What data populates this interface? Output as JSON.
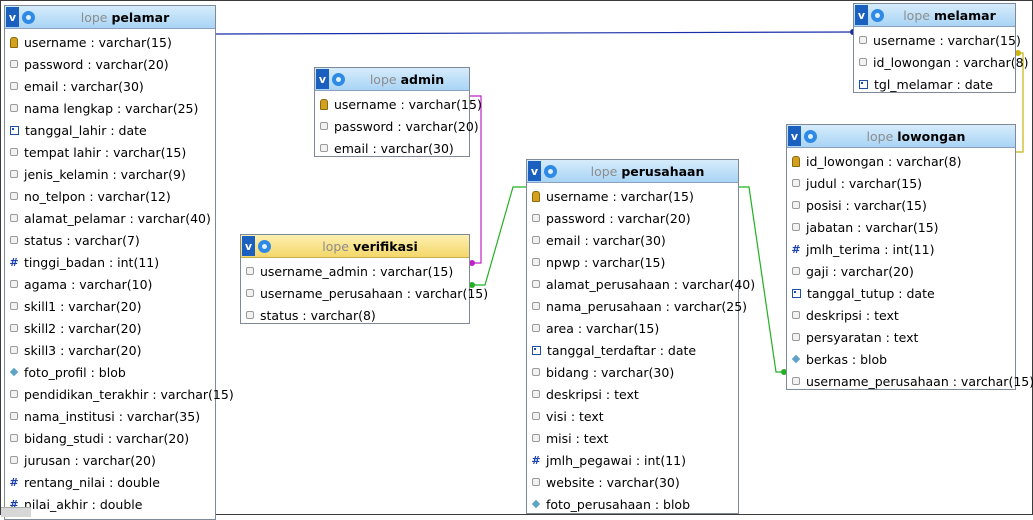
{
  "schema": "lope",
  "colors": {
    "header_blue": "#a9d4f5",
    "header_yellow": "#f4d76a",
    "link_navy": "#1a2ea8",
    "link_magenta": "#c020c8",
    "link_green": "#22b022",
    "link_olive": "#c9b412"
  },
  "tables": [
    {
      "id": "pelamar",
      "db": "lope",
      "name": "pelamar",
      "highlight": false,
      "columns": [
        {
          "text": "username : varchar(15)",
          "icon": "key-icon"
        },
        {
          "text": "password : varchar(20)",
          "icon": "text-icon"
        },
        {
          "text": "email : varchar(30)",
          "icon": "text-icon"
        },
        {
          "text": "nama lengkap : varchar(25)",
          "icon": "text-icon"
        },
        {
          "text": "tanggal_lahir : date",
          "icon": "date-icon"
        },
        {
          "text": "tempat lahir : varchar(15)",
          "icon": "text-icon"
        },
        {
          "text": "jenis_kelamin : varchar(9)",
          "icon": "text-icon"
        },
        {
          "text": "no_telpon : varchar(12)",
          "icon": "text-icon"
        },
        {
          "text": "alamat_pelamar : varchar(40)",
          "icon": "text-icon"
        },
        {
          "text": "status : varchar(7)",
          "icon": "text-icon"
        },
        {
          "text": "tinggi_badan : int(11)",
          "icon": "number-icon"
        },
        {
          "text": "agama : varchar(10)",
          "icon": "text-icon"
        },
        {
          "text": "skill1 : varchar(20)",
          "icon": "text-icon"
        },
        {
          "text": "skill2 : varchar(20)",
          "icon": "text-icon"
        },
        {
          "text": "skill3 : varchar(20)",
          "icon": "text-icon"
        },
        {
          "text": "foto_profil : blob",
          "icon": "blob-icon"
        },
        {
          "text": "pendidikan_terakhir : varchar(15)",
          "icon": "text-icon"
        },
        {
          "text": "nama_institusi : varchar(35)",
          "icon": "text-icon"
        },
        {
          "text": "bidang_studi : varchar(20)",
          "icon": "text-icon"
        },
        {
          "text": "jurusan : varchar(20)",
          "icon": "text-icon"
        },
        {
          "text": "rentang_nilai : double",
          "icon": "number-icon"
        },
        {
          "text": "nilai_akhir : double",
          "icon": "number-icon"
        }
      ]
    },
    {
      "id": "admin",
      "db": "lope",
      "name": "admin",
      "highlight": false,
      "columns": [
        {
          "text": "username : varchar(15)",
          "icon": "key-icon"
        },
        {
          "text": "password : varchar(20)",
          "icon": "text-icon"
        },
        {
          "text": "email : varchar(30)",
          "icon": "text-icon"
        }
      ]
    },
    {
      "id": "verifikasi",
      "db": "lope",
      "name": "verifikasi",
      "highlight": true,
      "columns": [
        {
          "text": "username_admin : varchar(15)",
          "icon": "text-icon"
        },
        {
          "text": "username_perusahaan : varchar(15)",
          "icon": "text-icon"
        },
        {
          "text": "status : varchar(8)",
          "icon": "text-icon"
        }
      ]
    },
    {
      "id": "perusahaan",
      "db": "lope",
      "name": "perusahaan",
      "highlight": false,
      "columns": [
        {
          "text": "username : varchar(15)",
          "icon": "key-icon"
        },
        {
          "text": "password : varchar(20)",
          "icon": "text-icon"
        },
        {
          "text": "email : varchar(30)",
          "icon": "text-icon"
        },
        {
          "text": "npwp : varchar(15)",
          "icon": "text-icon"
        },
        {
          "text": "alamat_perusahaan : varchar(40)",
          "icon": "text-icon"
        },
        {
          "text": "nama_perusahaan : varchar(25)",
          "icon": "text-icon"
        },
        {
          "text": "area : varchar(15)",
          "icon": "text-icon"
        },
        {
          "text": "tanggal_terdaftar : date",
          "icon": "date-icon"
        },
        {
          "text": "bidang : varchar(30)",
          "icon": "text-icon"
        },
        {
          "text": "deskripsi : text",
          "icon": "text-icon"
        },
        {
          "text": "visi : text",
          "icon": "text-icon"
        },
        {
          "text": "misi : text",
          "icon": "text-icon"
        },
        {
          "text": "jmlh_pegawai : int(11)",
          "icon": "number-icon"
        },
        {
          "text": "website : varchar(30)",
          "icon": "text-icon"
        },
        {
          "text": "foto_perusahaan : blob",
          "icon": "blob-icon"
        }
      ]
    },
    {
      "id": "melamar",
      "db": "lope",
      "name": "melamar",
      "highlight": false,
      "columns": [
        {
          "text": "username : varchar(15)",
          "icon": "text-icon"
        },
        {
          "text": "id_lowongan : varchar(8)",
          "icon": "text-icon"
        },
        {
          "text": "tgl_melamar : date",
          "icon": "date-icon"
        }
      ]
    },
    {
      "id": "lowongan",
      "db": "lope",
      "name": "lowongan",
      "highlight": false,
      "columns": [
        {
          "text": "id_lowongan : varchar(8)",
          "icon": "key-icon"
        },
        {
          "text": "judul : varchar(15)",
          "icon": "text-icon"
        },
        {
          "text": "posisi : varchar(15)",
          "icon": "text-icon"
        },
        {
          "text": "jabatan : varchar(15)",
          "icon": "text-icon"
        },
        {
          "text": "jmlh_terima : int(11)",
          "icon": "number-icon"
        },
        {
          "text": "gaji : varchar(20)",
          "icon": "text-icon"
        },
        {
          "text": "tanggal_tutup : date",
          "icon": "date-icon"
        },
        {
          "text": "deskripsi : text",
          "icon": "text-icon"
        },
        {
          "text": "persyaratan : text",
          "icon": "text-icon"
        },
        {
          "text": "berkas : blob",
          "icon": "blob-icon"
        },
        {
          "text": "username_perusahaan : varchar(15)",
          "icon": "text-icon"
        }
      ]
    }
  ],
  "relations": [
    {
      "from": "pelamar.username",
      "to": "melamar.username",
      "color": "#1a2ea8"
    },
    {
      "from": "admin.username",
      "to": "verifikasi.username_admin",
      "color": "#c020c8"
    },
    {
      "from": "perusahaan.username",
      "to": "verifikasi.username_perusahaan",
      "color": "#22b022"
    },
    {
      "from": "perusahaan.username",
      "to": "lowongan.username_perusahaan",
      "color": "#22b022"
    },
    {
      "from": "lowongan.id_lowongan",
      "to": "melamar.id_lowongan",
      "color": "#c9b412"
    }
  ]
}
